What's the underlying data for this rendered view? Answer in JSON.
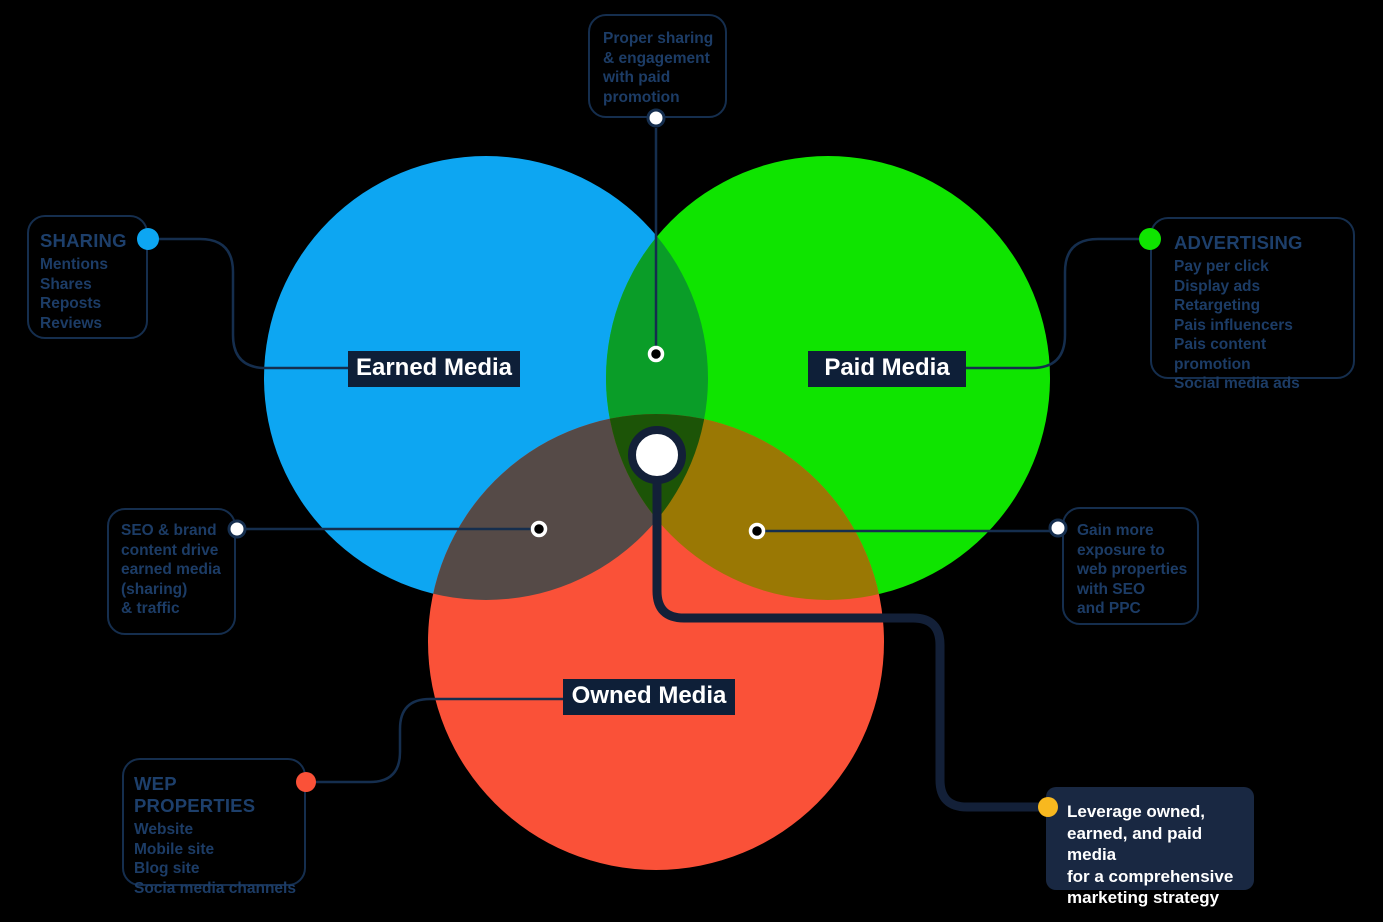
{
  "venn": {
    "circles": [
      {
        "name": "earned",
        "label": "Earned Media",
        "color": "#0da6f2"
      },
      {
        "name": "paid",
        "label": "Paid Media",
        "color": "#0fe400"
      },
      {
        "name": "owned",
        "label": "Owned Media",
        "color": "#fa5138"
      }
    ],
    "overlap_colors": {
      "earned_paid": "#0a9d28",
      "earned_owned": "#554a47",
      "paid_owned": "#9a7804",
      "all_three": "#1c5407"
    },
    "center_icon": "white-circle"
  },
  "callouts": {
    "top_note": {
      "text": "Proper sharing\n& engagement\nwith paid\npromotion"
    },
    "sharing": {
      "title": "SHARING",
      "items": "Mentions\nShares\nReposts\nReviews",
      "dot_color": "#0da6f2"
    },
    "advertising": {
      "title": "ADVERTISING",
      "items": "Pay per click\nDisplay ads\nRetargeting\nPais influencers\nPais content promotion\nSocial media ads",
      "dot_color": "#0fe400"
    },
    "seo_note": {
      "text": "SEO & brand\ncontent drive\nearned media\n(sharing)\n& traffic"
    },
    "exposure_note": {
      "text": "Gain more\nexposure to\nweb properties\nwith SEO\nand PPC"
    },
    "web_properties": {
      "title": "WEP PROPERTIES",
      "items": "Website\nMobile site\nBlog site\nSocia media channels",
      "dot_color": "#fa5138"
    },
    "strategy_note": {
      "text": "Leverage owned,\nearned, and paid media\nfor a comprehensive\nmarketing strategy",
      "dot_color": "#f8b81f"
    }
  },
  "colors": {
    "background": "#000000",
    "line_navy": "#152e4e",
    "thick_line_navy": "#132038",
    "panel_navy": "#0e1f38",
    "text_navy": "#1c3c66",
    "strategy_bg": "#192842"
  }
}
